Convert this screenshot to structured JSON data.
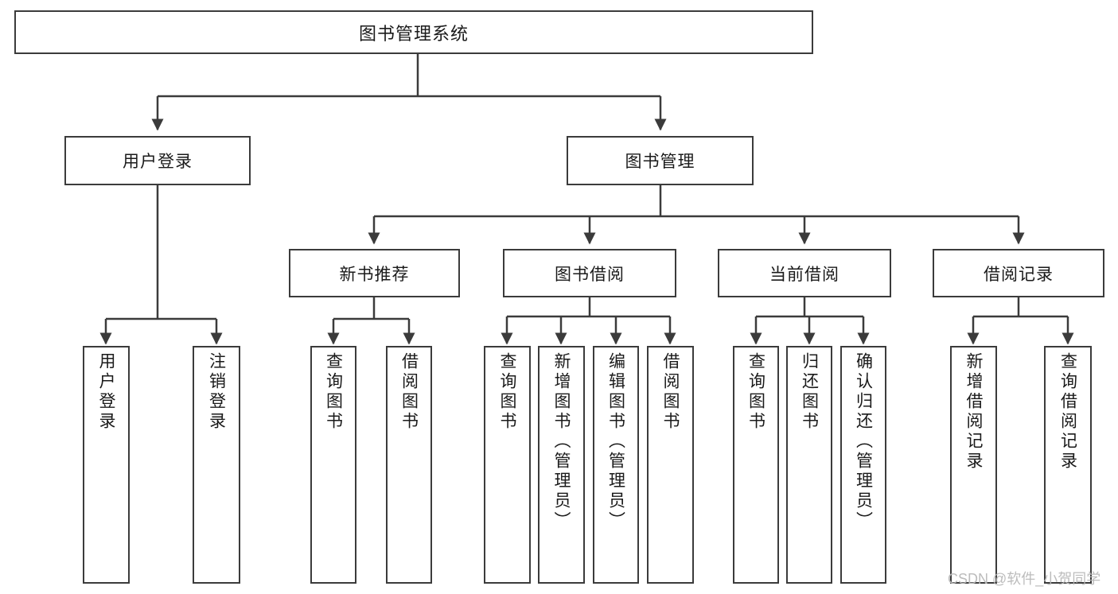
{
  "diagram": {
    "type": "hierarchy-flowchart",
    "title": "图书管理系统",
    "watermark": "CSDN @软件_小贺同学",
    "colors": {
      "stroke": "#3b3b3b",
      "fill": "#ffffff",
      "text": "#1a1a1a",
      "watermark": "#b9b9b9"
    },
    "levels": {
      "root": {
        "label": "图书管理系统"
      },
      "level2": [
        {
          "label": "用户登录"
        },
        {
          "label": "图书管理"
        }
      ],
      "level3": [
        {
          "label": "新书推荐"
        },
        {
          "label": "图书借阅"
        },
        {
          "label": "当前借阅"
        },
        {
          "label": "借阅记录"
        }
      ],
      "leaves": [
        {
          "label": "用户登录",
          "parent": "用户登录"
        },
        {
          "label": "注销登录",
          "parent": "用户登录"
        },
        {
          "label": "查询图书",
          "parent": "新书推荐"
        },
        {
          "label": "借阅图书",
          "parent": "新书推荐"
        },
        {
          "label": "查询图书",
          "parent": "图书借阅"
        },
        {
          "label": "新增图书（管理员）",
          "parent": "图书借阅"
        },
        {
          "label": "编辑图书（管理员）",
          "parent": "图书借阅"
        },
        {
          "label": "借阅图书",
          "parent": "图书借阅"
        },
        {
          "label": "查询图书",
          "parent": "当前借阅"
        },
        {
          "label": "归还图书",
          "parent": "当前借阅"
        },
        {
          "label": "确认归还（管理员）",
          "parent": "当前借阅"
        },
        {
          "label": "新增借阅记录",
          "parent": "借阅记录"
        },
        {
          "label": "查询借阅记录",
          "parent": "借阅记录"
        }
      ]
    }
  }
}
